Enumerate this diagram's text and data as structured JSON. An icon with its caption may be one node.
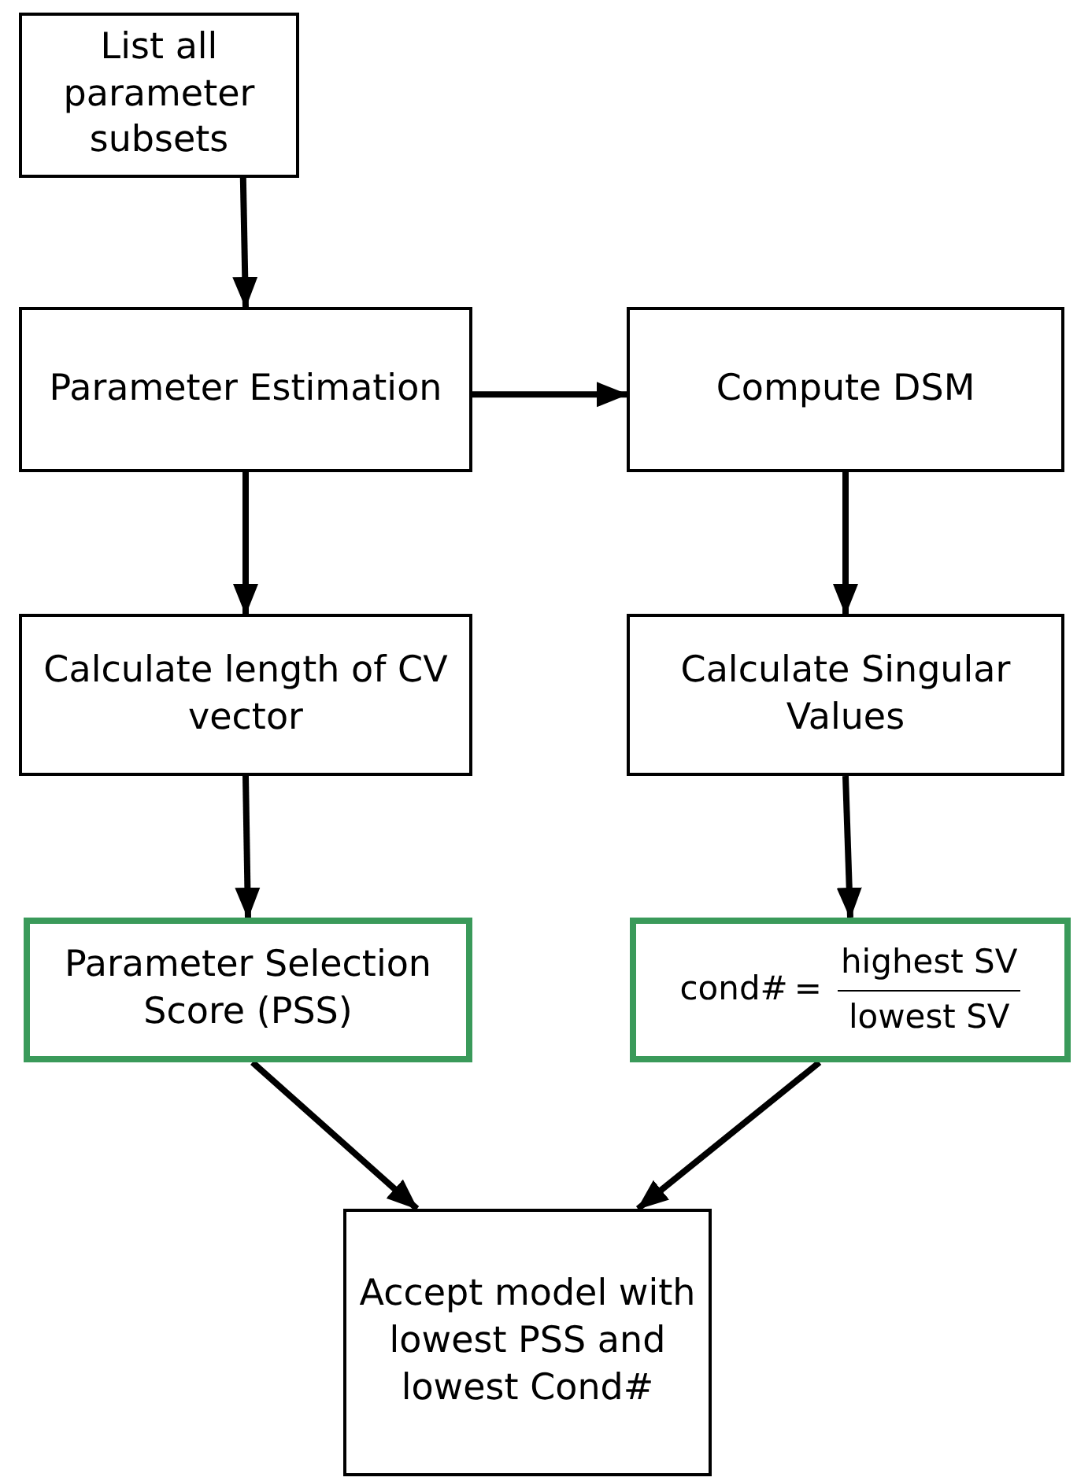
{
  "diagram": {
    "nodes": [
      {
        "text": [
          "List all parameter subsets"
        ]
      },
      {
        "text": [
          "Parameter Estimation"
        ]
      },
      {
        "text": [
          "Compute DSM"
        ]
      },
      {
        "text": [
          "Calculate length of CV vector"
        ]
      },
      {
        "text": [
          "Calculate Singular Values"
        ]
      },
      {
        "text": [
          "Parameter Selection Score (PSS)"
        ]
      },
      {
        "text": [
          "cond#",
          "=",
          "highest SV",
          "lowest SV"
        ]
      },
      {
        "text": [
          "Accept model with lowest PSS and lowest Cond#"
        ]
      }
    ],
    "edges": [
      {
        "from": 0,
        "to": 1,
        "arrow": "to"
      },
      {
        "from": 1,
        "to": 2,
        "arrow": "to"
      },
      {
        "from": 1,
        "to": 3,
        "arrow": "to"
      },
      {
        "from": 2,
        "to": 4,
        "arrow": "to"
      },
      {
        "from": 3,
        "to": 5,
        "arrow": "to"
      },
      {
        "from": 4,
        "to": 6,
        "arrow": "to"
      },
      {
        "from": 5,
        "to": 7,
        "arrow": "to"
      },
      {
        "from": 6,
        "to": 7,
        "arrow": "to"
      }
    ]
  }
}
